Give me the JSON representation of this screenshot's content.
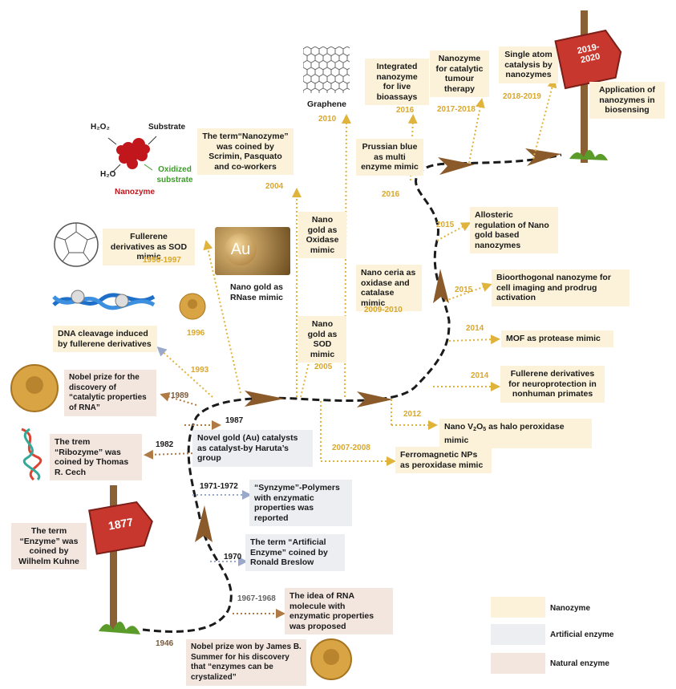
{
  "nanozyme_diagram": {
    "h2o2": "H₂O₂",
    "substrate": "Substrate",
    "h2o": "H₂O",
    "oxidized_substrate": "Oxidized substrate",
    "nanozyme": "Nanozyme"
  },
  "events": {
    "e1877": "The term “Enzyme” was coined by Wilhelm Kuhne",
    "e1877_sign": "1877",
    "e1946": "Nobel prize won by James B. Summer for his discovery that “enzymes can be crystalized”",
    "y1946": "1946",
    "e1967": "The idea of RNA molecule with enzymatic properties was proposed",
    "y1967": "1967-1968",
    "e1970": "The term “Artificial Enzyme” coined by Ronald Breslow",
    "y1970": "1970",
    "e1971": "“Synzyme”-Polymers with enzymatic properties was reported",
    "y1971": "1971-1972",
    "e1982": "The trem “Ribozyme” was coined by Thomas R. Cech",
    "y1982": "1982",
    "e1987": "Novel gold (Au) catalysts as catalyst-by Haruta’s group",
    "y1987": "1987",
    "e1989": "Nobel prize for the discovery of “catalytic properties of RNA”",
    "y1989": "1989",
    "e1993": "DNA cleavage induced by fullerene derivatives",
    "y1993": "1993",
    "e1996": "Nano gold as RNase mimic",
    "y1996": "1996",
    "au_label": "Au",
    "e1996b": "Fullerene derivatives as SOD mimic",
    "y1996b": "1996-1997",
    "e2004": "The term“Nanozyme” was coined by Scrimin, Pasquato and co-workers",
    "y2004": "2004",
    "e2004b": "Nano gold as Oxidase mimic",
    "e2005": "Nano gold as SOD mimic",
    "y2005": "2005",
    "e2007": "Ferromagnetic NPs as peroxidase mimic",
    "y2007": "2007-2008",
    "e2009": "Nano ceria as oxidase and catalase mimic",
    "y2009": "2009-2010",
    "e2010": "Graphene",
    "y2010": "2010",
    "e2012_prefix": "Nano V",
    "e2012_sub1": "2",
    "e2012_o": "O",
    "e2012_sub2": "5",
    "e2012_suffix": " as halo peroxidase mimic",
    "y2012": "2012",
    "e2014a": "Fullerene derivatives for neuroprotection in nonhuman primates",
    "y2014a": "2014",
    "e2014b": "MOF as protease mimic",
    "y2014b": "2014",
    "e2015a": "Bioorthogonal nanozyme for cell imaging and prodrug activation",
    "y2015a": "2015",
    "e2015b": "Allosteric regulation of Nano gold based nanozymes",
    "y2015b": "2015",
    "e2016a": "Prussian blue as multi enzyme mimic",
    "y2016a": "2016",
    "e2016b": "Integrated nanozyme for live bioassays",
    "y2016b": "2016",
    "e2017": "Nanozyme for catalytic tumour therapy",
    "y2017": "2017-2018",
    "e2018": "Single atom catalysis by nanozymes",
    "y2018": "2018-2019",
    "e2019": "Application of nanozymes in biosensing",
    "y2019_sign": "2019-\n2020"
  },
  "legend": {
    "nanozyme": "Nanozyme",
    "artificial": "Artificial enzyme",
    "natural": "Natural enzyme"
  },
  "colors": {
    "nanozyme_bg": "#fbf2d9",
    "artificial_bg": "#eceef2",
    "natural_bg": "#f3e6df",
    "road_arrow": "#8b5a2b",
    "sign_red": "#c8372d",
    "year_gold": "#d9a72c"
  },
  "icons": [
    "signpost-1877",
    "signpost-2019",
    "nobel-medal",
    "fullerene-molecule",
    "dna-helix",
    "rna-strand",
    "graphene-sheet",
    "gold-nanoparticle-image",
    "nanozyme-cluster"
  ]
}
